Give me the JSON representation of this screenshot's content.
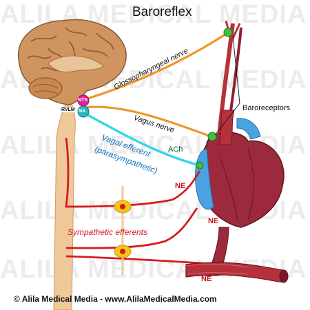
{
  "title": "Baroreflex",
  "watermark": "ALILA MEDICAL MEDIA",
  "labels": {
    "glossopharyngeal": "Glossopharyngeal nerve",
    "vagus": "Vagus nerve",
    "baroreceptors": "Baroreceptors",
    "vagal_efferent_1": "Vagal efferent",
    "vagal_efferent_2": "(parasympathetic)",
    "ach": "ACh",
    "ne_heart_1": "NE",
    "ne_heart_2": "NE",
    "ne_vessel": "NE",
    "sympathetic": "Sympathetic efferents",
    "nts": "NTS",
    "na": "NA",
    "rvlm": "RVLM"
  },
  "footer": "© Alila Medical Media - www.AlilaMedicalMedia.com",
  "colors": {
    "glossopharyngeal": "#f0962a",
    "vagus_afferent": "#f0962a",
    "vagal_efferent": "#36d6e8",
    "sympathetic": "#d71a1f",
    "spinal_cord": "#f0c89a",
    "ganglia": "#f5c518",
    "receptor": "#3cc23c",
    "brain": "#c98850",
    "heart": "#9c2a3c",
    "aorta_blue": "#4aa3e0",
    "nts_node": "#e0219a",
    "na_node": "#2bb5c7"
  }
}
